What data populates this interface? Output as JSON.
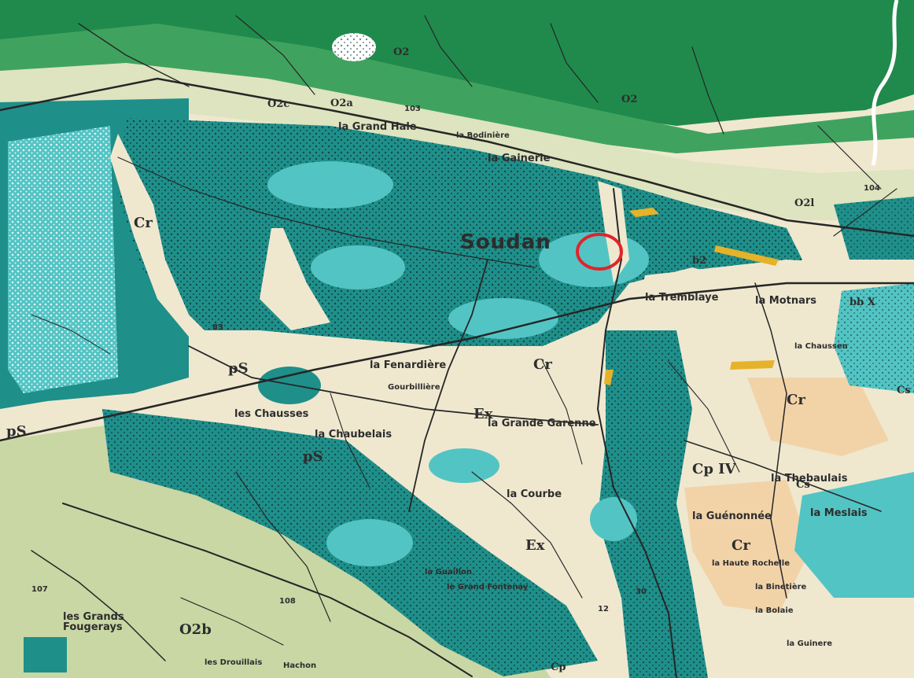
{
  "map": {
    "colors": {
      "green_dark": "#1f8a4c",
      "green_mid": "#3fa35f",
      "olive_light": "#c9d7a4",
      "olive_pale": "#dde4bf",
      "teal_dark": "#1f8f8a",
      "teal_light": "#53c4c4",
      "cream": "#efe8cf",
      "peach": "#f2d3a8",
      "grey": "#c9cfcf",
      "yellow_lens": "#e6b22a",
      "marker_red": "#e0242b",
      "line_black": "#262626"
    },
    "marker": {
      "type": "circle",
      "color_name": "red"
    },
    "places": {
      "soudan": "Soudan",
      "la_gainerie": "la Gainerie",
      "la_tremblaye": "la Tremblaye",
      "la_motnars": "la Motnars",
      "la_fenardiere": "la Fenardière",
      "gourbilliere": "Gourbillière",
      "les_chausses": "les Chausses",
      "la_chaubelais": "la Chaubelais",
      "la_grande_garenne": "la Grande Garenne",
      "la_guenonnee": "la Guénonnée",
      "la_theboulais": "la Thebaulais",
      "la_meslais": "la Meslais",
      "les_grands_fougerays": "les Grands Fougerays",
      "les_drouillais": "les Drouillais",
      "la_courbe": "la Courbe",
      "la_haute_rochelle": "la Haute Rochelle",
      "la_bolaie": "la Bolaie",
      "hachon": "Hachon",
      "la_guinere": "la Guinere",
      "la_chaussen": "la Chaussen",
      "la_guaillon": "la Guaillon",
      "la_grand_hale": "la Grand Hale",
      "la_bodiniere": "la Bodinière",
      "le_grand_fontenay": "le Grand Fontenay",
      "la_binetiere": "la Binetière"
    },
    "codes": {
      "pS_1": "pS",
      "pS_2": "pS",
      "pS_3": "pS",
      "Cr_1": "Cr",
      "Cr_2": "Cr",
      "Cr_3": "Cr",
      "Cr_4": "Cr",
      "Cp_IV": "Cp IV",
      "Ex": "Ex",
      "Ex_2": "Ex",
      "O2b": "O2b",
      "O2_1": "O2",
      "O2_2": "O2",
      "b2": "b2",
      "bb_X": "bb X",
      "Cs": "Cs",
      "Cs_2": "Cs",
      "O2a": "O2a",
      "O2l": "O2l",
      "O2c": "O2c",
      "Cp": "Cp"
    },
    "numbers": {
      "n103": "103",
      "n108": "108",
      "n83": "83",
      "n104": "104",
      "n30": "30",
      "n107": "107",
      "n12": "12"
    }
  }
}
